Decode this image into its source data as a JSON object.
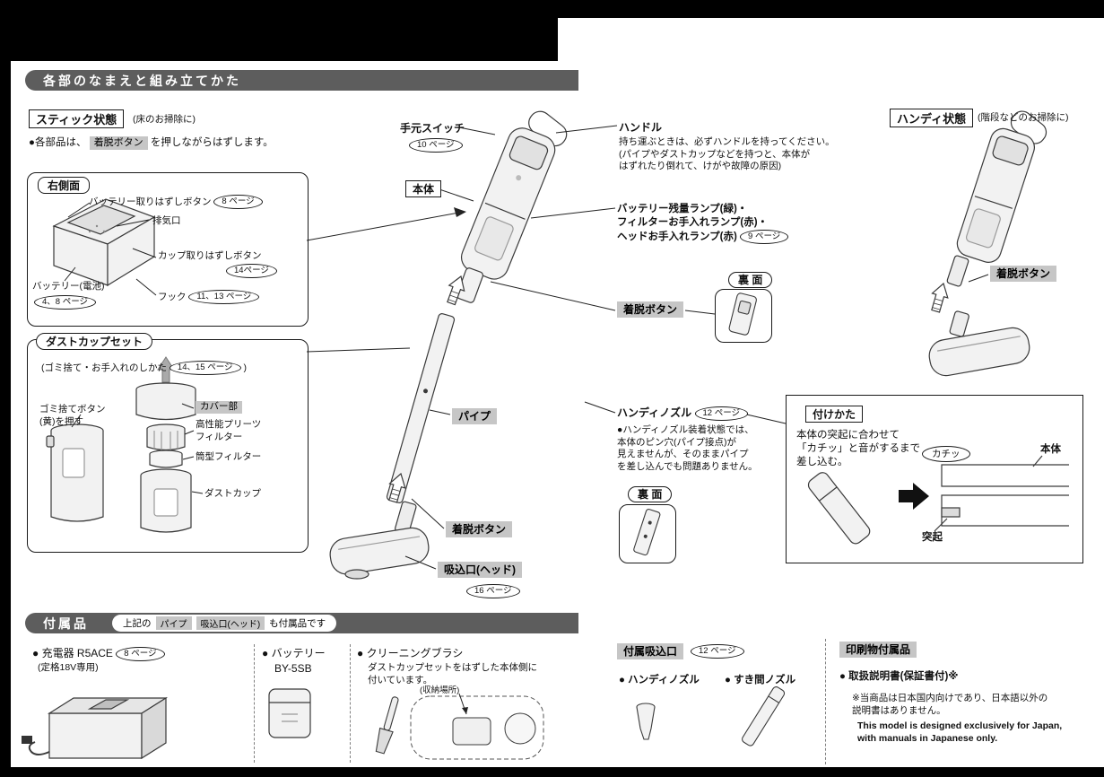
{
  "header": {
    "title": "各部のなまえと組み立てかた"
  },
  "stick": {
    "title": "スティック状態",
    "subtitle": "(床のお掃除に)",
    "intro_prefix": "●各部品は、",
    "intro_button": "着脱ボタン",
    "intro_suffix": "を押しながらはずします。"
  },
  "right_side": {
    "title": "右側面",
    "battery_release": "バッテリー取りはずしボタン",
    "battery_release_page": "8 ページ",
    "exhaust": "排気口",
    "cup_release": "カップ取りはずしボタン",
    "cup_release_page": "14ページ",
    "battery": "バッテリー(電池)",
    "battery_page": "4、8 ページ",
    "hook": "フック",
    "hook_page": "11、13 ページ"
  },
  "dust_cup": {
    "title": "ダストカップセット",
    "note_prefix": "(ゴミ捨て・お手入れのしかた",
    "note_page": "14、15 ページ",
    "note_suffix": ")",
    "trash_line1": "ゴミ捨てボタン",
    "trash_line2": "(黄)を押す",
    "cover": "カバー部",
    "pleat_line1": "高性能プリーツ",
    "pleat_line2": "フィルター",
    "cylinder": "筒型フィルター",
    "cup": "ダストカップ"
  },
  "center": {
    "hand_switch": "手元スイッチ",
    "hand_switch_page": "10 ページ",
    "body": "本体",
    "pipe": "パイプ",
    "release": "着脱ボタン",
    "head": "吸込口(ヘッド)",
    "head_page": "16 ページ"
  },
  "right_col": {
    "handle": "ハンドル",
    "handle_note1": "持ち運ぶときは、必ずハンドルを持ってください。",
    "handle_note2": "(パイプやダストカップなどを持つと、本体が",
    "handle_note3": "はずれたり倒れて、けがや故障の原因)",
    "lamp1": "バッテリー残量ランプ(緑)・",
    "lamp2": "フィルターお手入れランプ(赤)・",
    "lamp3": "ヘッドお手入れランプ(赤)",
    "lamp_page": "9 ページ",
    "back1": "裏 面",
    "release": "着脱ボタン",
    "handy_nozzle": "ハンディノズル",
    "handy_nozzle_page": "12 ページ",
    "nozzle_note1": "●ハンディノズル装着状態では、",
    "nozzle_note2": "本体のピン穴(パイプ接点)が",
    "nozzle_note3": "見えませんが、そのままパイプ",
    "nozzle_note4": "を差し込んでも問題ありません。",
    "back2": "裏 面"
  },
  "attach": {
    "title": "付けかた",
    "line1": "本体の突起に合わせて",
    "line2": "「カチッ」と音がするまで",
    "line3": "差し込む。",
    "click": "カチッ",
    "body": "本体",
    "protrusion": "突起"
  },
  "handy": {
    "title": "ハンディ状態",
    "subtitle": "(階段などのお掃除に)",
    "release": "着脱ボタン"
  },
  "accessories": {
    "title": "付属品",
    "bar_prefix": "上記の",
    "bar_pipe": "パイプ",
    "bar_head": "吸込口(ヘッド)",
    "bar_suffix": "も付属品です",
    "charger": "● 充電器 R5ACE",
    "charger_page": "8 ページ",
    "charger_note": "(定格18V専用)",
    "battery": "● バッテリー",
    "battery_model": "BY-5SB",
    "brush": "● クリーニングブラシ",
    "brush_note1": "ダストカップセットをはずした本体側に",
    "brush_note2": "付いています。",
    "brush_storage": "(収納場所)",
    "inlet_title": "付属吸込口",
    "inlet_page": "12 ページ",
    "inlet_handy": "● ハンディノズル",
    "inlet_crevice": "● すき間ノズル",
    "print_title": "印刷物付属品",
    "manual": "● 取扱説明書(保証書付)※",
    "manual_note1": "※当商品は日本国内向けであり、日本語以外の",
    "manual_note2": "説明書はありません。",
    "manual_en1": "This model is designed exclusively for Japan,",
    "manual_en2": "with manuals in Japanese only."
  }
}
